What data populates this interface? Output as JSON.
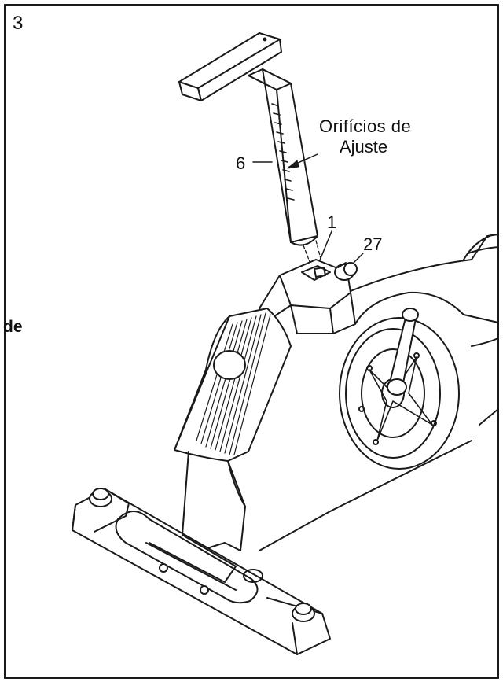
{
  "step_number": "3",
  "labels": {
    "seat_post": "6",
    "frame_part": "1",
    "knob": "27",
    "adjustment_holes_line1": "Orifícios  de",
    "adjustment_holes_line2": "Ajuste"
  },
  "side_text": "de",
  "colors": {
    "line": "#1a1a1a",
    "background": "#ffffff"
  }
}
